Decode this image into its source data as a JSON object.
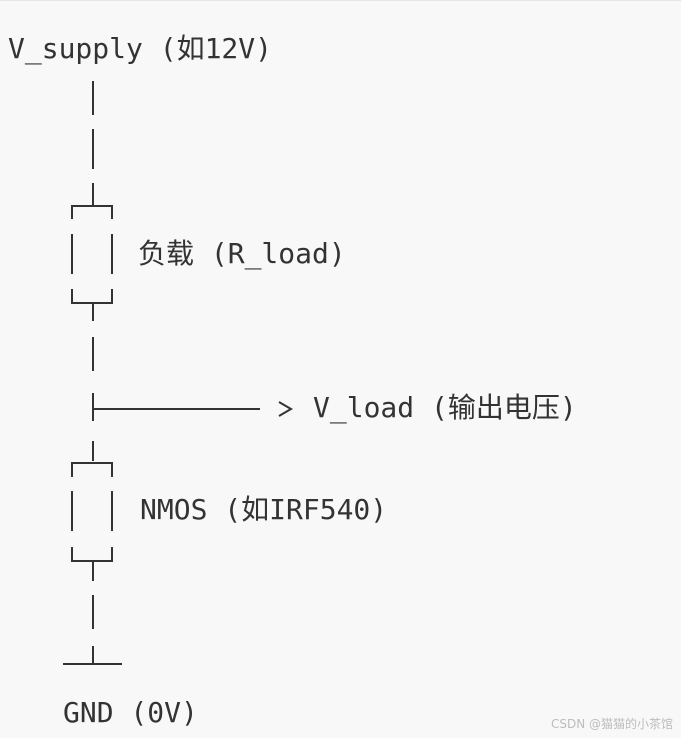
{
  "labels": {
    "supply": "V_supply (如12V)",
    "load": "负载 (R_load)",
    "output": "V_load (输出电压)",
    "mosfet": "NMOS (如IRF540)",
    "ground": "GND (0V)"
  },
  "watermark": "CSDN @猫猫的小茶馆",
  "colors": {
    "ink": "#333333",
    "background": "#f8f8f8",
    "watermark": "#bdbdbd"
  }
}
